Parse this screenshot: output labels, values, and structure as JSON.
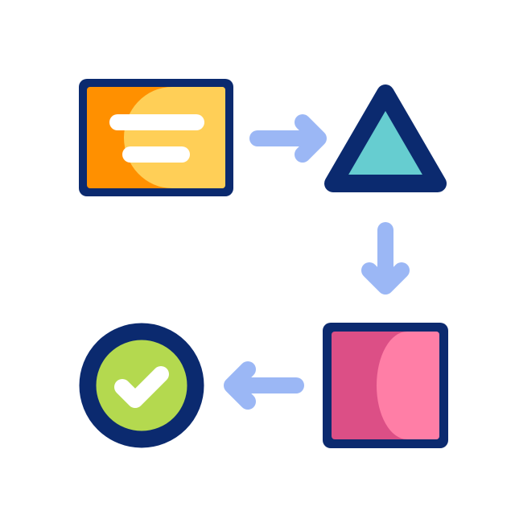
{
  "colors": {
    "background": "#ffffff",
    "outline": "#0b2a6f",
    "arrow": "#9bb7f5",
    "document_left": "#ff9000",
    "document_right": "#ffcf57",
    "document_lines": "#ffffff",
    "triangle_fill": "#66cdd0",
    "square_left": "#dc4f86",
    "square_right": "#ff7ea6",
    "check_circle_fill": "#b4d94f",
    "check_mark": "#ffffff"
  },
  "diagram": {
    "steps": [
      {
        "icon": "document-icon"
      },
      {
        "icon": "triangle-icon"
      },
      {
        "icon": "square-icon"
      },
      {
        "icon": "check-circle-icon"
      }
    ],
    "arrows": [
      {
        "from": "document-icon",
        "to": "triangle-icon",
        "direction": "right"
      },
      {
        "from": "triangle-icon",
        "to": "square-icon",
        "direction": "down"
      },
      {
        "from": "square-icon",
        "to": "check-circle-icon",
        "direction": "left"
      }
    ]
  }
}
